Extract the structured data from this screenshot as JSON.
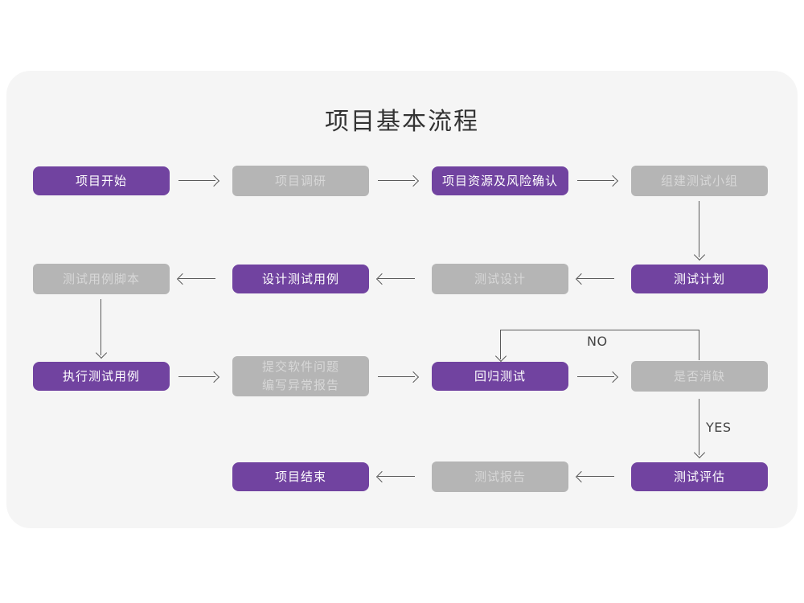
{
  "diagram": {
    "title": "项目基本流程",
    "colors": {
      "background": "#ffffff",
      "card": "#f5f5f5",
      "accent_purple": "#7143a0",
      "muted_gray": "#b5b5b5",
      "gray_text": "#d7d7d7",
      "connector": "#5a5a5a",
      "title_text": "#333333"
    },
    "nodes": [
      {
        "id": "n1",
        "label": "项目开始",
        "style": "purple"
      },
      {
        "id": "n2",
        "label": "项目调研",
        "style": "gray"
      },
      {
        "id": "n3",
        "label": "项目资源及风险确认",
        "style": "purple"
      },
      {
        "id": "n4",
        "label": "组建测试小组",
        "style": "gray"
      },
      {
        "id": "n5",
        "label": "测试用例脚本",
        "style": "gray"
      },
      {
        "id": "n6",
        "label": "设计测试用例",
        "style": "purple"
      },
      {
        "id": "n7",
        "label": "测试设计",
        "style": "gray"
      },
      {
        "id": "n8",
        "label": "测试计划",
        "style": "purple"
      },
      {
        "id": "n9",
        "label": "执行测试用例",
        "style": "purple"
      },
      {
        "id": "n10",
        "label": "提交软件问题\n编写异常报告",
        "style": "gray"
      },
      {
        "id": "n11",
        "label": "回归测试",
        "style": "purple"
      },
      {
        "id": "n12",
        "label": "是否消缺",
        "style": "gray"
      },
      {
        "id": "n13",
        "label": "项目结束",
        "style": "purple"
      },
      {
        "id": "n14",
        "label": "测试报告",
        "style": "gray"
      },
      {
        "id": "n15",
        "label": "测试评估",
        "style": "purple"
      }
    ],
    "edge_labels": {
      "no": "NO",
      "yes": "YES"
    }
  }
}
